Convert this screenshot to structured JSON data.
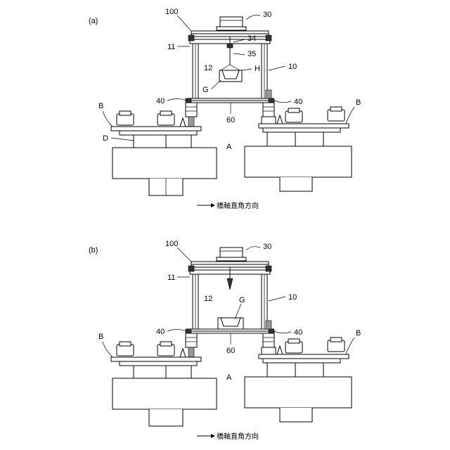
{
  "panels": [
    {
      "id": "a",
      "panel_label": "(a)",
      "labels": {
        "frame": "100",
        "crane": "30",
        "hoist": "34",
        "hook": "35",
        "beam": "11",
        "girder_label": "12",
        "h_label": "H",
        "g_label": "G",
        "column": "10",
        "jack_left": "40",
        "jack_right": "40",
        "bottom_beam": "60",
        "bridge_left": "B",
        "bridge_right": "B",
        "pier": "D",
        "gap": "A"
      },
      "caption": "橋軸直角方向"
    },
    {
      "id": "b",
      "panel_label": "(b)",
      "labels": {
        "frame": "100",
        "crane": "30",
        "beam": "11",
        "girder_label": "12",
        "g_label": "G",
        "column": "10",
        "jack_left": "40",
        "jack_right": "40",
        "bottom_beam": "60",
        "bridge_left": "B",
        "bridge_right": "B",
        "gap": "A"
      },
      "caption": "橋軸直角方向"
    }
  ]
}
